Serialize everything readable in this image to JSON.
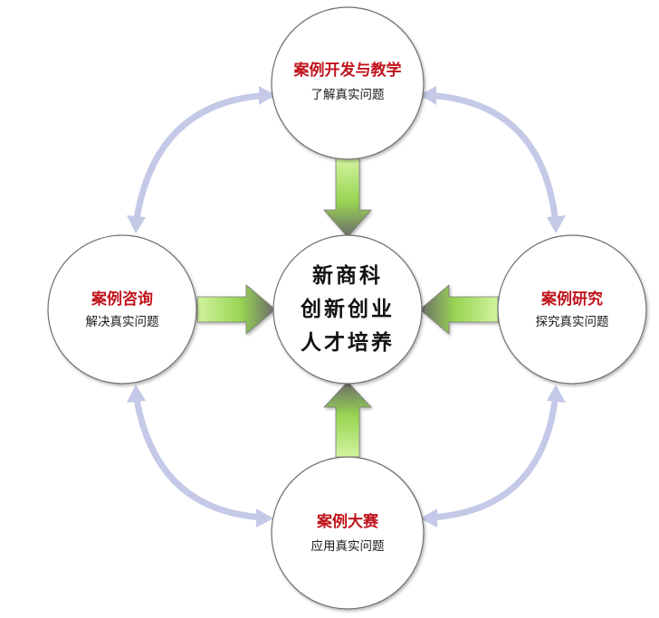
{
  "colors": {
    "title_red": "#c0141c",
    "body_text": "#1a1a1a",
    "circle_stroke": "#6f6f6f",
    "cycle_arrow": "#c3c9e6",
    "flow_arrow_light": "#c8ee8a",
    "flow_arrow_mid": "#8fcf45",
    "flow_arrow_dark": "#6a6a6a"
  },
  "center": {
    "lines": [
      "新商科",
      "创新创业",
      "人才培养"
    ]
  },
  "nodes": {
    "top": {
      "title": "案例开发与教学",
      "subtitle": "了解真实问题"
    },
    "left": {
      "title": "案例咨询",
      "subtitle": "解决真实问题"
    },
    "right": {
      "title": "案例研究",
      "subtitle": "探究真实问题"
    },
    "bottom": {
      "title": "案例大赛",
      "subtitle": "应用真实问题"
    }
  }
}
